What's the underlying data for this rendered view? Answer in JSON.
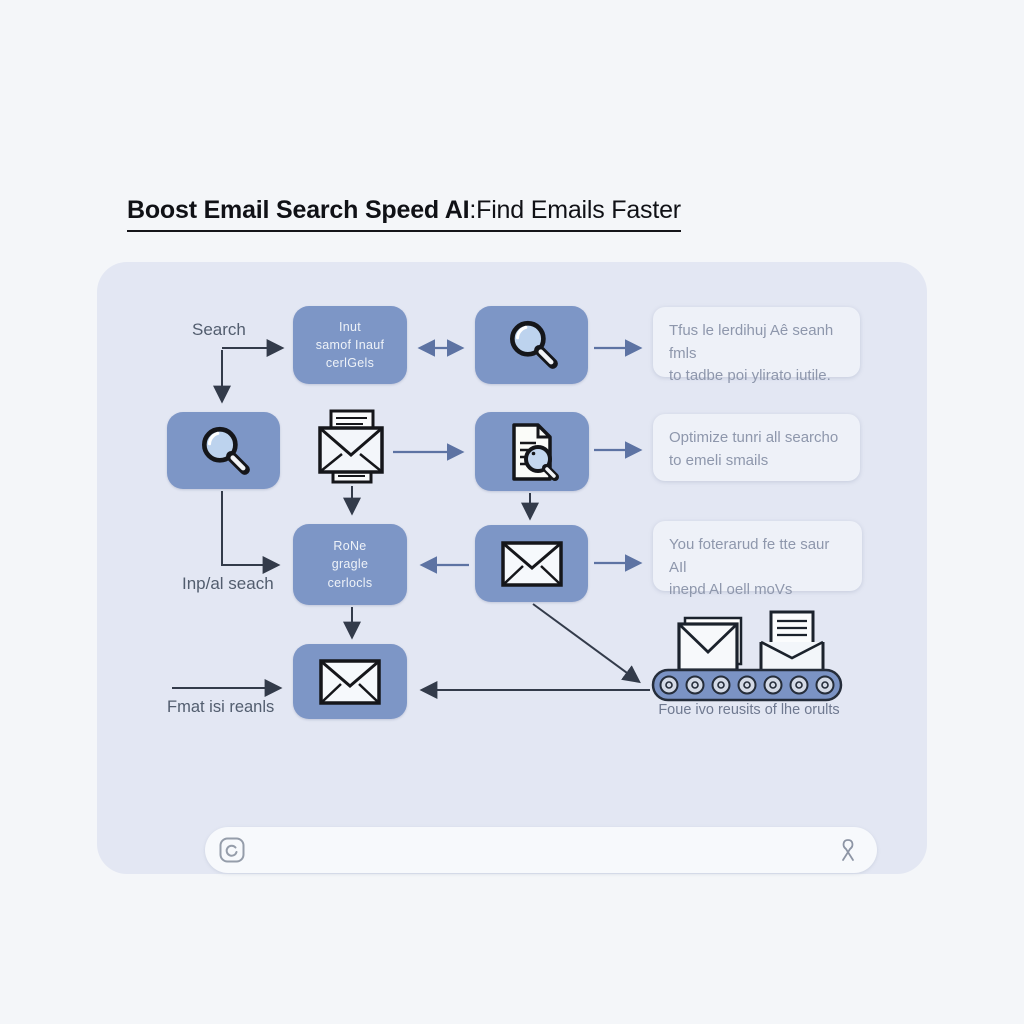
{
  "title": {
    "bold": "Boost Email Search Speed AI",
    "regular": ":Find Emails Faster"
  },
  "labels": {
    "search": "Search",
    "input_ai_search": "Inp/al seach",
    "final_results": "Fmat isi reanls",
    "conveyor_caption": "Foue ivo reusits of lhe orults"
  },
  "boxes": {
    "input_box": {
      "line1": "Inut",
      "line2": "samof Inauf",
      "line3": "cerlGels"
    },
    "route_box": {
      "line1": "RoNe",
      "line2": "gragle",
      "line3": "cerlocls"
    }
  },
  "panels": [
    {
      "line1": "Tfus le lerdihuj Aê seanh fmls",
      "line2": "to tadbe poi ylirato iutile."
    },
    {
      "line1": "Optimize tunri all searcho",
      "line2": "to emeli smails"
    },
    {
      "line1": "You foterarud fe tte saur AIl",
      "line2": "inepd Al oell moVs"
    }
  ],
  "icons": {
    "row1_search_box": "magnifier-icon",
    "row2_left_box": "magnifier-icon",
    "row2_standalone": "envelope-stack-icon",
    "row2_right_box": "document-search-icon",
    "row3_box": "envelope-icon",
    "row4_box": "envelope-icon",
    "conveyor_items": "closed-envelope-icon, open-envelope-icon",
    "bottom_bar_left": "camera-icon",
    "bottom_bar_right": "ribbon-icon"
  },
  "colors": {
    "page_bg": "#f4f6f9",
    "container_bg": "#e3e7f3",
    "box_blue": "#7d96c6",
    "panel_bg": "#eef1f8",
    "arrow_dark": "#333b4a",
    "arrow_blue": "#5d73a3",
    "title_text": "#101116"
  }
}
